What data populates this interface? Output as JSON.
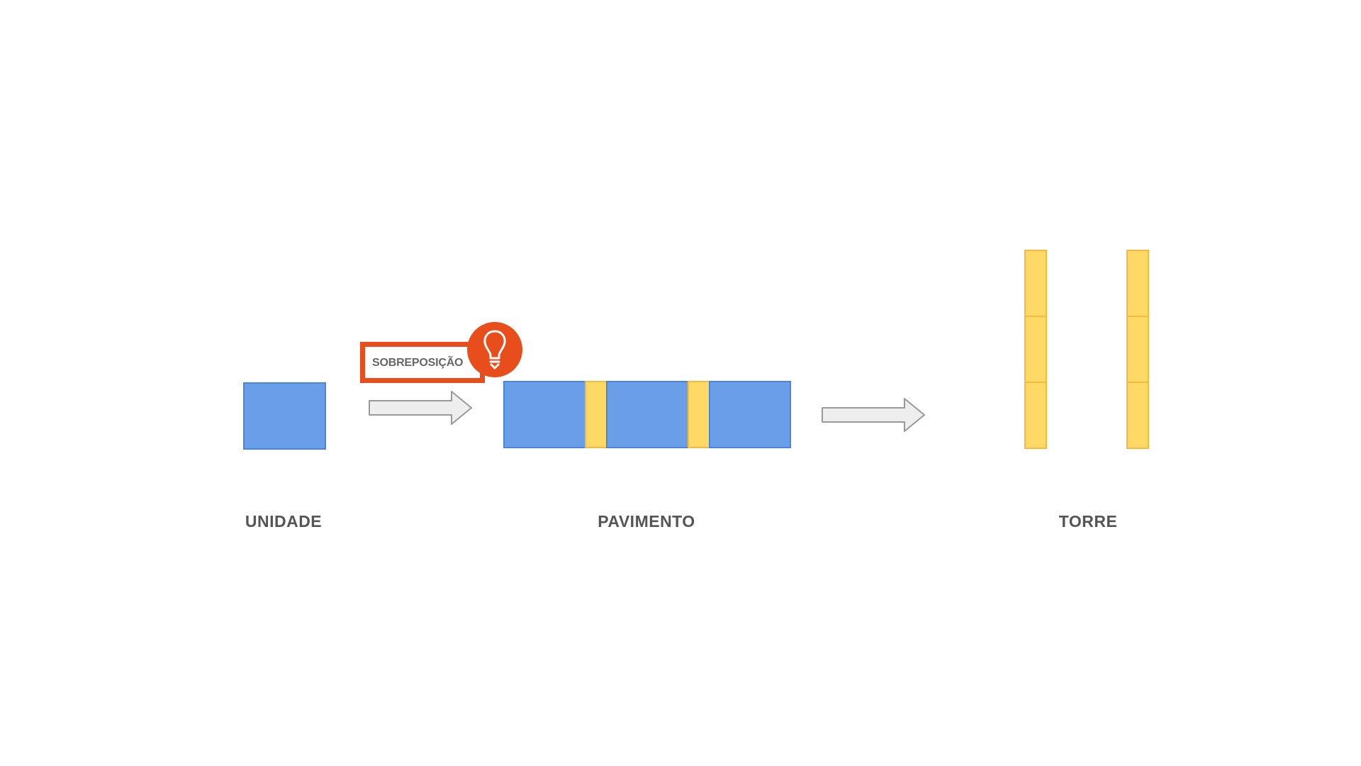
{
  "labels": {
    "unit": "UNIDADE",
    "floor": "PAVIMENTO",
    "tower": "TORRE"
  },
  "callout": {
    "text": "SOBREPOSIÇÃO",
    "icon": "lightbulb-icon"
  },
  "colors": {
    "unit_fill": "#6b9ee8",
    "unit_stroke": "#4a86d8",
    "connector_fill": "#ffd966",
    "connector_stroke": "#f5b942",
    "arrow_fill": "#eeeeee",
    "arrow_stroke": "#999999",
    "callout_accent": "#e84e1b",
    "label_text": "#555555"
  }
}
